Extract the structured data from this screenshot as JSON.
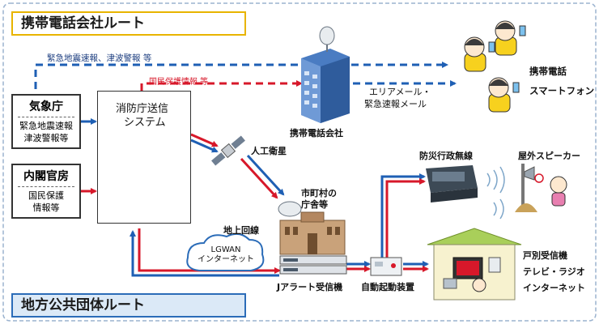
{
  "sections": {
    "mobile_route": "携帯電話会社ルート",
    "local_gov_route": "地方公共団体ルート"
  },
  "sources": {
    "jma": {
      "title": "気象庁",
      "items": [
        "緊急地震速報",
        "津波警報等"
      ]
    },
    "cabinet": {
      "title": "内閣官房",
      "items": [
        "国民保護",
        "情報等"
      ]
    }
  },
  "fdma_system": {
    "title_line1": "消防庁送信",
    "title_line2": "システム"
  },
  "flows": {
    "quake_tsunami": "緊急地震速報、津波警報 等",
    "civil_protection": "国民保護情報 等",
    "area_mail": {
      "line1": "エリアメール・",
      "line2": "緊急速報メール"
    }
  },
  "nodes": {
    "carrier": "携帯電話会社",
    "phones": {
      "line1": "携帯電話",
      "line2": "スマートフォン"
    },
    "satellite": "人工衛星",
    "municipal_office": {
      "line1": "市町村の",
      "line2": "庁舎等"
    },
    "ground_line": "地上回線",
    "lgwan": {
      "line1": "LGWAN",
      "line2": "インターネット"
    },
    "j_alert_receiver": "Jアラート受信機",
    "auto_start": "自動起動装置",
    "disaster_radio": "防災行政無線",
    "outdoor_speaker": "屋外スピーカー",
    "household": {
      "line1": "戸別受信機",
      "line2": "テレビ・ラジオ",
      "line3": "インターネット"
    }
  },
  "colors": {
    "red_flow": "#d7182a",
    "blue_flow": "#1e5fb4",
    "mobile_banner_border": "#e8b400",
    "local_banner_border": "#2b6cb8"
  }
}
